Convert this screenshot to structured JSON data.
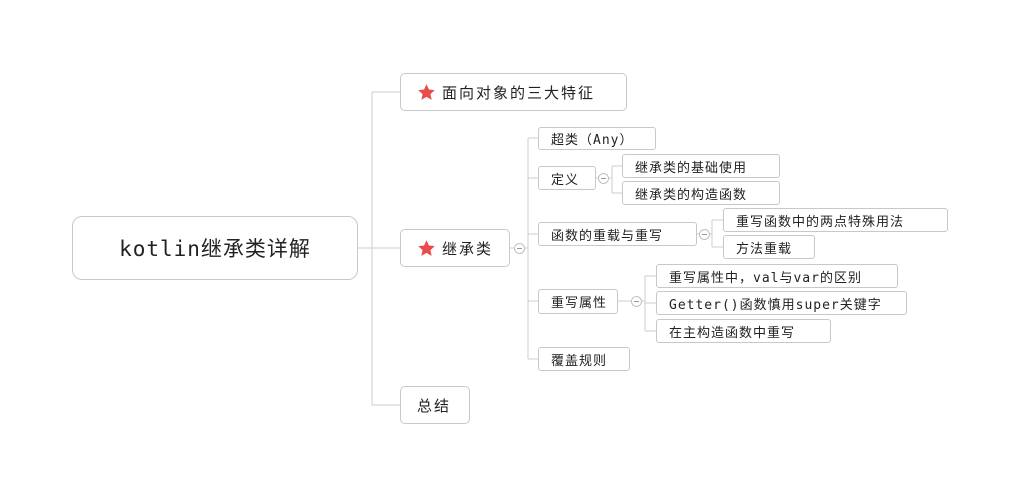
{
  "root": {
    "label": "kotlin继承类详解"
  },
  "branches": {
    "features": {
      "label": "面向对象的三大特征",
      "icon": "star-icon"
    },
    "inheritance": {
      "label": "继承类",
      "icon": "star-icon"
    },
    "summary": {
      "label": "总结"
    }
  },
  "inheritance": {
    "superclass": {
      "label": "超类（Any）"
    },
    "definition": {
      "label": "定义",
      "children": [
        "继承类的基础使用",
        "继承类的构造函数"
      ]
    },
    "overload_override": {
      "label": "函数的重载与重写",
      "children": [
        "重写函数中的两点特殊用法",
        "方法重载"
      ]
    },
    "override_property": {
      "label": "重写属性",
      "children": [
        "重写属性中，val与var的区别",
        "Getter()函数慎用super关键字",
        "在主构造函数中重写"
      ]
    },
    "override_rules": {
      "label": "覆盖规则"
    }
  },
  "colors": {
    "star": "#e84c4c",
    "border": "#c8c8c8",
    "line": "#cccccc",
    "text": "#222222"
  }
}
